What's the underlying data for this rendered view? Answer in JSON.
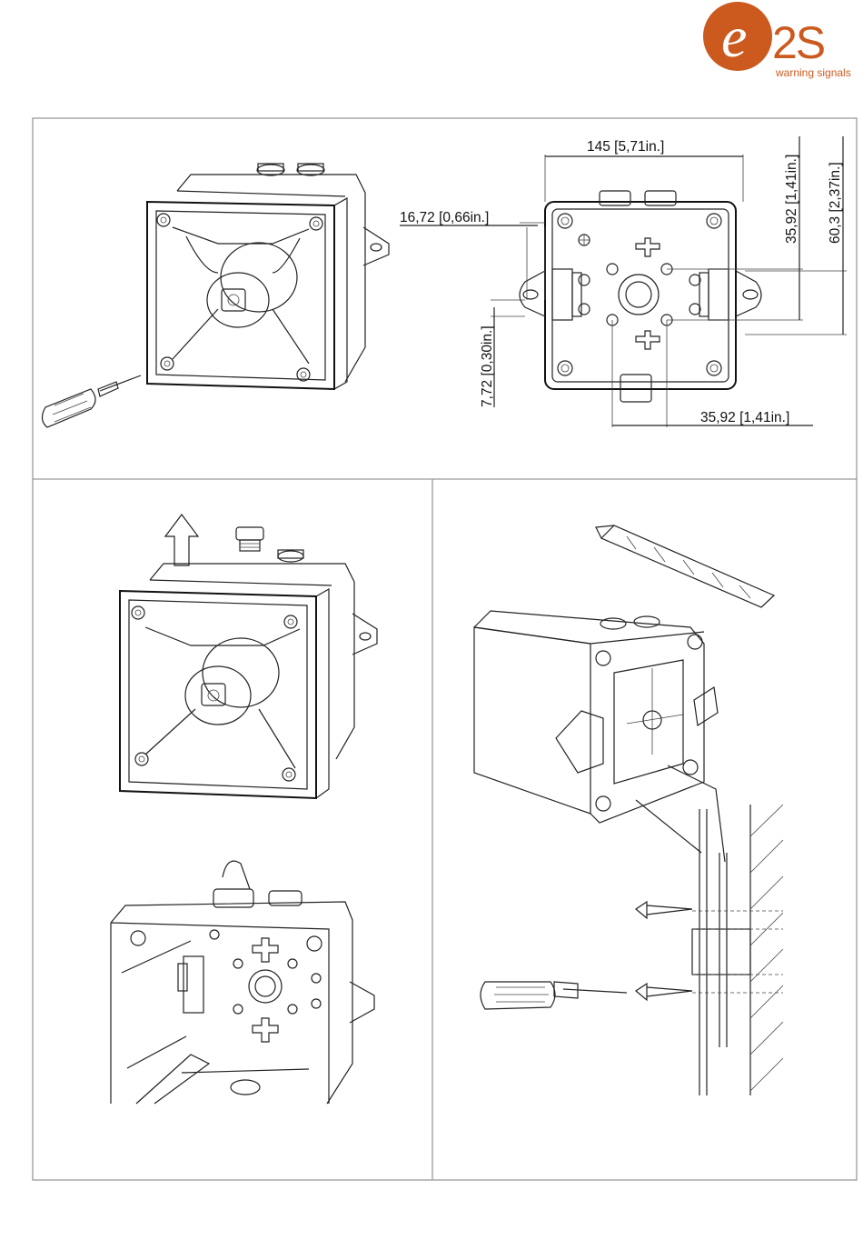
{
  "brand": {
    "logo_letter": "e",
    "logo_text": "2S",
    "tagline": "warning signals",
    "accent_color": "#cc5a1e"
  },
  "dimensions": {
    "width": "145 [5,71in.]",
    "left_offset": "16,72 [0,66in.]",
    "lug_offset": "7,72 [0,30in.]",
    "hole_spacing_v": "35,92 [1,41in.]",
    "mount_height": "60,3 [2,37in.]",
    "hole_spacing_h": "35,92 [1,41in.]"
  }
}
